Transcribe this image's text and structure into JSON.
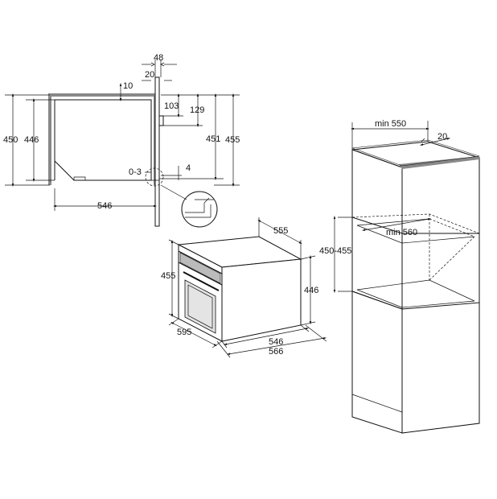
{
  "dimensions": {
    "side_view": {
      "d48": "48",
      "d20": "20",
      "d10": "10",
      "d103": "103",
      "d129": "129",
      "d450": "450",
      "d446": "446",
      "d451": "451",
      "d455": "455",
      "d0_3": "0-3",
      "d4": "4",
      "d546": "546"
    },
    "oven_view": {
      "d555": "555",
      "d455": "455",
      "d446": "446",
      "d595": "595",
      "d546": "546",
      "d566": "566"
    },
    "cabinet_view": {
      "min550": "min 550",
      "d20": "20",
      "d450_455": "450-455",
      "min560": "min 560"
    }
  }
}
